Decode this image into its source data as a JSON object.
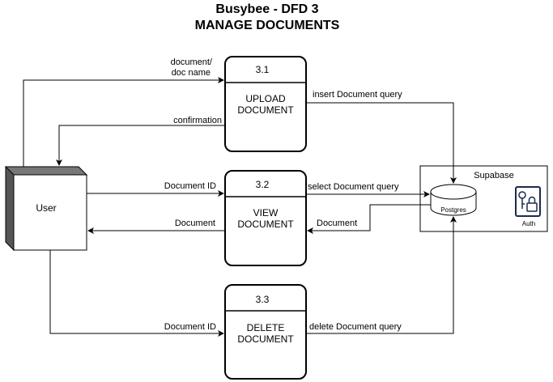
{
  "title": "Busybee - DFD 3",
  "subtitle": "MANAGE DOCUMENTS",
  "entity": {
    "label": "User"
  },
  "processes": [
    {
      "id": "3.1",
      "line1": "UPLOAD",
      "line2": "DOCUMENT"
    },
    {
      "id": "3.2",
      "line1": "VIEW",
      "line2": "DOCUMENT"
    },
    {
      "id": "3.3",
      "line1": "DELETE",
      "line2": "DOCUMENT"
    }
  ],
  "datastore": {
    "label": "Supabase",
    "db_label": "Postgres",
    "auth_label": "Auth"
  },
  "flows": {
    "upload_in_line1": "document/",
    "upload_in_line2": "doc name",
    "upload_out": "confirmation",
    "upload_store": "insert Document query",
    "view_in": "Document ID",
    "view_out": "Document",
    "view_store": "select Document query",
    "view_back": "Document",
    "delete_in": "Document ID",
    "delete_store": "delete Document query"
  },
  "colors": {
    "line": "#000000",
    "fill": "#ffffff",
    "entity_side": "#555555"
  }
}
